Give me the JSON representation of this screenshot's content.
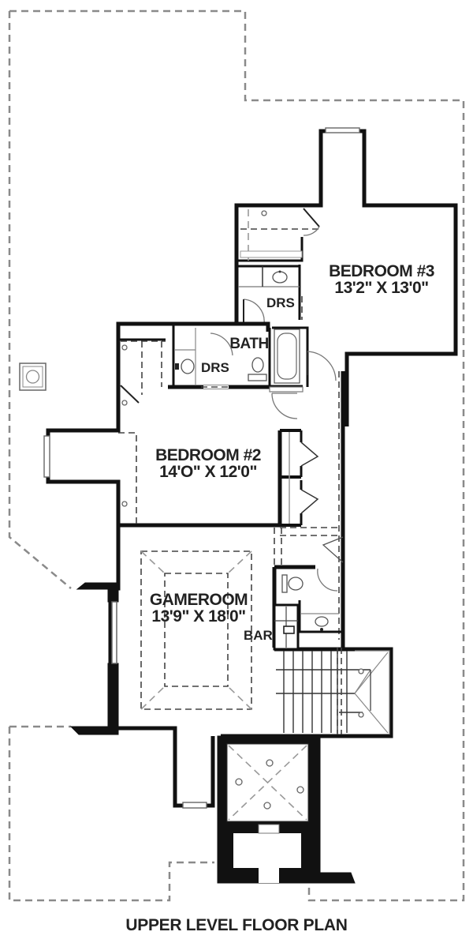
{
  "plan": {
    "title": "UPPER LEVEL FLOOR PLAN",
    "rooms": {
      "bedroom3": {
        "name": "BEDROOM #3",
        "dimensions": "13'2\" X 13'0\""
      },
      "bedroom2": {
        "name": "BEDROOM #2",
        "dimensions": "14'O\" X 12'0\""
      },
      "gameroom": {
        "name": "GAMEROOM",
        "dimensions": "13'9\" X 18'0\""
      },
      "bath": {
        "name": "BATH"
      },
      "drs_upper": {
        "name": "DRS"
      },
      "drs_lower": {
        "name": "DRS"
      },
      "bar": {
        "name": "BAR"
      }
    },
    "colors": {
      "wall": "#111111",
      "roofline_dash": "#8a8a8a",
      "background": "#ffffff"
    }
  }
}
